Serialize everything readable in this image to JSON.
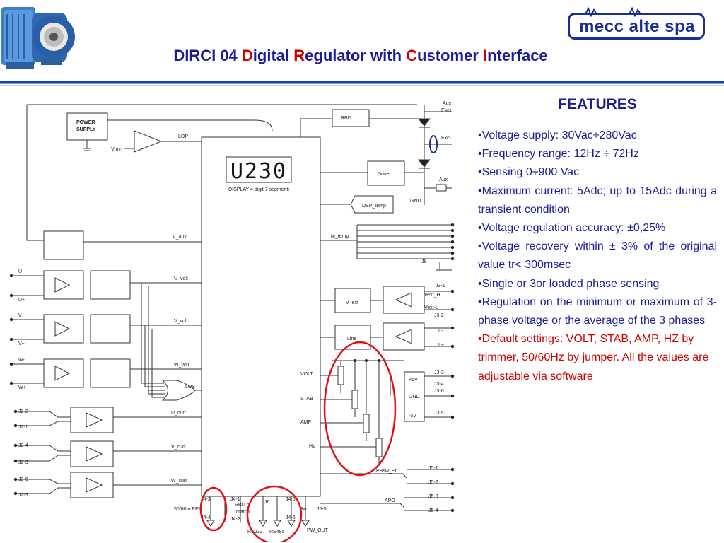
{
  "header": {
    "title_parts": [
      {
        "text": "DIRCI 04  ",
        "color": "dark"
      },
      {
        "text": "D",
        "color": "red"
      },
      {
        "text": "igital ",
        "color": "dark"
      },
      {
        "text": "R",
        "color": "red"
      },
      {
        "text": "egulator with ",
        "color": "dark"
      },
      {
        "text": "C",
        "color": "red"
      },
      {
        "text": "ustomer ",
        "color": "dark"
      },
      {
        "text": "I",
        "color": "red"
      },
      {
        "text": "nterface",
        "color": "dark"
      }
    ],
    "logo_text": "mecc alte spa"
  },
  "colors": {
    "title": "#1c1c9a",
    "accent_red": "#d00000",
    "logo": "#1a2f8f",
    "rule": "#1a3fb0",
    "circle": "#e0101a"
  },
  "features": {
    "title": "FEATURES",
    "items": [
      {
        "text": "Voltage supply: 30Vac÷280Vac",
        "highlight": false
      },
      {
        "text": "Frequency range: 12Hz ÷ 72Hz",
        "highlight": false
      },
      {
        "text": "Sensing 0÷900 Vac",
        "highlight": false
      },
      {
        "text": "Maximum current: 5Adc; up to 15Adc during a transient condition",
        "highlight": false
      },
      {
        "text": "Voltage regulation accuracy: ±0,25%",
        "highlight": false
      },
      {
        "text": "Voltage recovery within ± 3% of the original value tr< 300msec",
        "highlight": false
      },
      {
        "text": "Single or 3or loaded phase sensing",
        "highlight": false
      },
      {
        "text": "Regulation on the minimum or maximum of 3-phase voltage or the average of the 3 phases",
        "highlight": false
      },
      {
        "text": "Default settings: VOLT, STAB, AMP, HZ by trimmer, 50/60Hz by jumper. All the values are adjustable via software",
        "highlight": true
      }
    ]
  },
  "diagram": {
    "power_supply": "POWER\nSUPPLY",
    "vmin": "Vmin",
    "lop": "LOP",
    "display_digits": "U230",
    "display_caption": "DISPLAY 4 digit 7 segmenti",
    "v_aux": "V_aux",
    "u_volt": "U_volt",
    "v_volt": "V_volt",
    "w_volt": "W_volt",
    "los": "LOS",
    "u_curr": "U_curr",
    "v_curr": "V_curr",
    "w_curr": "W_curr",
    "volt": "VOLT",
    "stab": "STAB",
    "amp": "AMP",
    "hz": "Hz",
    "rbd": "RBD",
    "driver": "Driver",
    "dsp_temp": "DSP_temp",
    "m_temp": "M_temp",
    "v_ext": "V_ext",
    "line": "Line",
    "aux_top": "Aux",
    "exc_plus": "Exc+",
    "exc_minus": "Exc-",
    "aux_mid": "Aux",
    "gnd": "GND",
    "j8": "J8",
    "j3_1": "J3-1",
    "vext_h": "Vext_H",
    "vext_l": "Vext-L",
    "j3_2": "J3-2",
    "l_minus": "L-",
    "l_plus": "L+",
    "plus5v": "+5V",
    "gnd2": "GND",
    "minus5v": "-5V",
    "j3_3": "J3-3",
    "j3_4": "J3-4",
    "j3_6": "J3-6",
    "j3_5": "J3-5",
    "pbsw_en": "PBsw_En",
    "apo": "APO",
    "j5_1": "J5-1",
    "j5_2": "J5-2",
    "j5_3": "J5-3",
    "j5_4": "J5-4",
    "u_minus": "U-",
    "u_plus": "U+",
    "v_minus": "V-",
    "v_plus": "V+",
    "w_minus": "W-",
    "w_plus": "W+",
    "j2_2": "J2-2",
    "j2_1": "J2-1",
    "j2_4": "J2-4",
    "j2_3": "J2-3",
    "j2_6": "J2-6",
    "j2_5": "J2-5",
    "j4_3": "J4-3",
    "j4_4": "J4-4",
    "fifty60": "50/60 o PFR",
    "j4_1": "J4-1",
    "j4_2": "J4-2",
    "rbd_match": "RBD o\nmatch",
    "j6": "J6",
    "j4_5": "J4-5",
    "j4_6": "J4-6",
    "sw": "Sw",
    "j5_5": "J5-5",
    "rs232": "RS232",
    "rs485": "RS485",
    "pw_out": "PW_OUT"
  }
}
